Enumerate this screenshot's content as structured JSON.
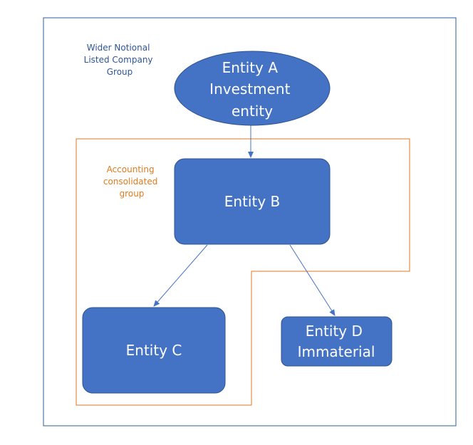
{
  "colors": {
    "outer_border": "#2E5E9E",
    "group_border": "#E07A1F",
    "node_fill": "#4472C4",
    "node_stroke": "#2F528F",
    "arrow": "#4472C4",
    "wider_label": "#2F5597",
    "accounting_label": "#E07A1F"
  },
  "labels": {
    "wider_group": [
      "Wider Notional",
      "Listed Company",
      "Group"
    ],
    "accounting_group": [
      "Accounting",
      "consolidated",
      "group"
    ]
  },
  "nodes": {
    "entity_a": [
      "Entity A",
      "Investment",
      "entity"
    ],
    "entity_b": [
      "Entity B"
    ],
    "entity_c": [
      "Entity C"
    ],
    "entity_d": [
      "Entity D",
      "Immaterial"
    ]
  }
}
